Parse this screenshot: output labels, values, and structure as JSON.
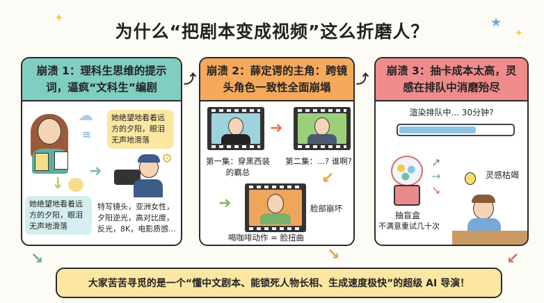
{
  "title": "为什么“把剧本变成视频”这么折磨人？",
  "panels": [
    {
      "header": "崩溃 1：理科生思维的提示词，逼疯“文科生”编剧",
      "color": "#80cdc1",
      "script_bubble": "她绝望地看着远方的夕阳，眼泪无声地滑落",
      "script_note": "她绝望地看着远方的夕阳，眼泪无声地滑落",
      "prompt_text": "特写镜头，亚洲女性，夕阳逆光，高对比度，反光，8K，电影质感..."
    },
    {
      "header": "崩溃 2：薛定谔的主角：跨镜头角色一致性全面崩塌",
      "color": "#f5a95c",
      "ep1": "第一集：穿黑西装的霸总",
      "ep2": "第二集：...? 谁啊?",
      "face_break": "脸部崩坏",
      "coffee": "喝咖啡动作 = 脸扭曲"
    },
    {
      "header": "崩溃 3：抽卡成本太高，灵感在排队中消磨殆尽",
      "color": "#ef8b8b",
      "queue": "渲染排队中... 30分钟?",
      "progress": 0.68,
      "gacha": "抽盲盒",
      "retry": "不满意重试几十次",
      "burnout": "灵感枯竭"
    }
  ],
  "banner": "大家苦苦寻觅的是一个“懂中文剧本、能锁死人物长相、生成速度极快”的超级 AI 导演！"
}
